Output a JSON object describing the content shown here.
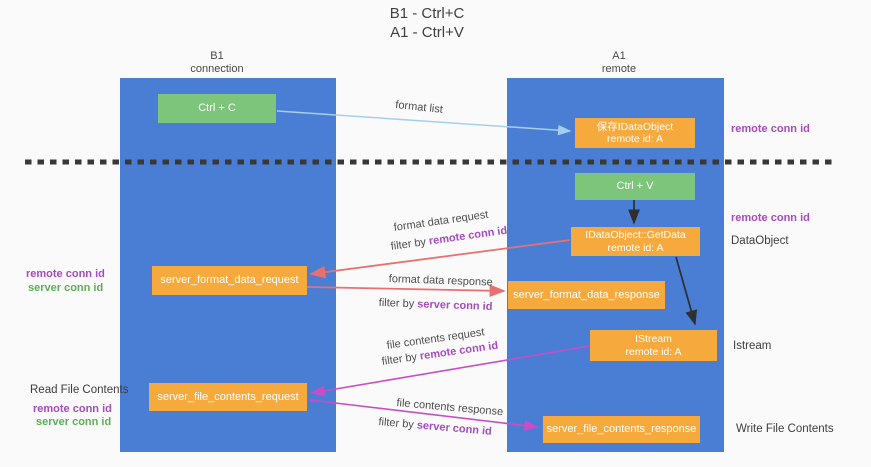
{
  "title": {
    "line1": "B1 - Ctrl+C",
    "line2": "A1 - Ctrl+V"
  },
  "columns": {
    "left": {
      "name": "B1",
      "subtitle": "connection"
    },
    "right": {
      "name": "A1",
      "subtitle": "remote"
    }
  },
  "nodes": {
    "ctrl_c": {
      "label": "Ctrl + C"
    },
    "ctrl_v": {
      "label": "Ctrl + V"
    },
    "save_idataobject": {
      "line1": "保存IDataObject",
      "line2": "remote id: A"
    },
    "getdata": {
      "line1": "IDataObject::GetData",
      "line2": "remote id: A"
    },
    "istream": {
      "line1": "IStream",
      "line2": "remote id: A"
    },
    "format_request": {
      "label": "server_format_data_request"
    },
    "format_response": {
      "label": "server_format_data_response"
    },
    "file_request": {
      "label": "server_file_contents_request"
    },
    "file_response": {
      "label": "server_file_contents_response"
    }
  },
  "edge_labels": {
    "format_list": "format list",
    "format_data_request": "format data request",
    "format_data_response": "format data response",
    "file_contents_request": "file contents request",
    "file_contents_response": "file contents response",
    "filter_by": "filter by ",
    "remote_conn_id": "remote conn id",
    "server_conn_id": "server conn id"
  },
  "side_labels": {
    "remote_conn_id": "remote conn id",
    "server_conn_id": "server conn id",
    "dataobject": "DataObject",
    "istream": "Istream",
    "read_file_contents": "Read File Contents",
    "write_file_contents": "Write File Contents"
  },
  "colors": {
    "column_blue": "#4a7ed5",
    "box_orange": "#f6a93d",
    "box_green": "#7cc57b",
    "arrow_lightblue": "#a5cfee",
    "arrow_red": "#e87070",
    "arrow_magenta": "#c74ec7",
    "arrow_black": "#2f2f2f",
    "dashed_line": "#383838",
    "text_purple": "#a64bc0",
    "text_green": "#5fae57"
  }
}
